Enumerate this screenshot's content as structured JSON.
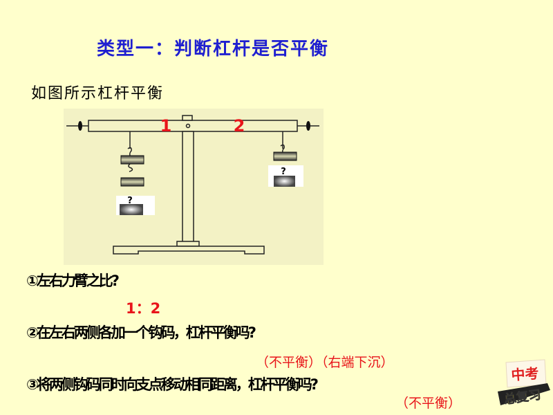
{
  "slide": {
    "title": "类型一：判断杠杆是否平衡",
    "subtitle": "如图所示杠杆平衡",
    "diagram": {
      "left_arm_label": "1",
      "right_arm_label": "2",
      "weight_mark": "?"
    },
    "questions": [
      {
        "text": "①左右力臂之比?",
        "answer": "1：2"
      },
      {
        "text": "②在左右两侧各加一个钩码，杠杆平衡吗?",
        "answer": "（不平衡）（右端下沉）"
      },
      {
        "text": "③将两侧钩码同时向支点移动相同距离，杠杆平衡吗?",
        "answer": "（不平衡）"
      }
    ],
    "badge": {
      "top": "中考",
      "bottom": "总复习"
    }
  },
  "colors": {
    "background": "#ffffcc",
    "title": "#1f1fd0",
    "answer": "#e8141a"
  }
}
